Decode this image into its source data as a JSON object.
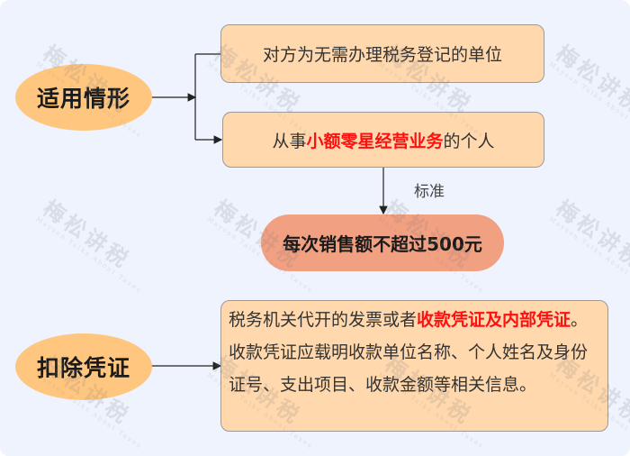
{
  "diagram": {
    "nodes": {
      "applicable_situations": {
        "label": "适用情形"
      },
      "situation_1": {
        "label": "对方为无需办理税务登记的单位"
      },
      "situation_2": {
        "prefix": "从事",
        "highlight": "小额零星经营业务",
        "suffix": "的个人"
      },
      "standard_edge_label": "标准",
      "standard": {
        "label": "每次销售额不超过500元"
      },
      "deduction_voucher": {
        "label": "扣除凭证"
      },
      "voucher_detail": {
        "prefix": "税务机关代开的发票或者",
        "highlight": "收款凭证及内部凭证",
        "suffix": "。收款凭证应载明收款单位名称、个人姓名及身份证号、支出项目、收款金额等相关信息。"
      }
    },
    "edges": [
      {
        "from": "applicable_situations",
        "to": "situation_1"
      },
      {
        "from": "applicable_situations",
        "to": "situation_2"
      },
      {
        "from": "situation_2",
        "to": "standard",
        "label": "标准"
      },
      {
        "from": "deduction_voucher",
        "to": "voucher_detail"
      }
    ],
    "colors": {
      "background": "#EEF3FD",
      "ellipse": "#FFC680",
      "box": "#FFD8AE",
      "pill": "#F2A082",
      "highlight": "#FF1010"
    }
  },
  "watermark": {
    "cn": "梅松讲税",
    "en": "Mayson Talks About Taxes"
  }
}
